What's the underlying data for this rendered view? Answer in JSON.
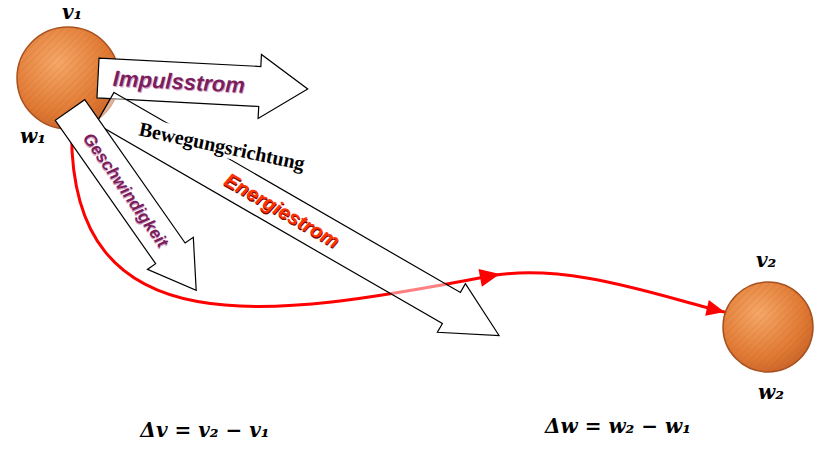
{
  "diagram": {
    "nodes": [
      {
        "text": [
          "v₁",
          "w₁"
        ]
      },
      {
        "text": [
          "Impulsstrom"
        ]
      },
      {
        "text": [
          "Geschwindigkeit"
        ]
      },
      {
        "text": [
          "Energiestrom"
        ]
      },
      {
        "text": [
          "v₂",
          "w₂"
        ]
      }
    ],
    "edges": [
      {
        "from": 0,
        "to": 4,
        "arrow": "to"
      }
    ],
    "labels": [
      "Bewegungsrichtung",
      "Δv = v₂ − v₁",
      "Δw = w₂ − w₁"
    ]
  }
}
